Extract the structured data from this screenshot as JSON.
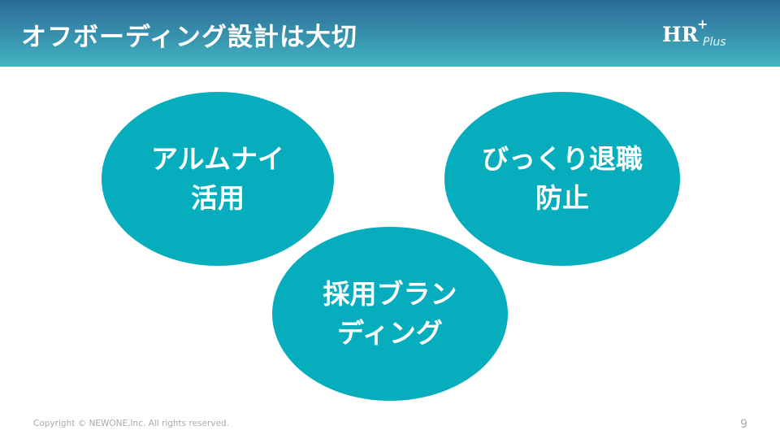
{
  "header": {
    "title": "オフボーディング設計は大切",
    "logo": {
      "main": "HR",
      "plus": "+",
      "sub": "Plus"
    }
  },
  "ellipses": [
    {
      "label": "アルムナイ\n活用"
    },
    {
      "label": "びっくり退職\n防止"
    },
    {
      "label": "採用ブラン\nディング"
    }
  ],
  "footer": {
    "copyright": "Copyright © NEWONE,Inc. All rights reserved.",
    "page_number": "9"
  },
  "colors": {
    "accent": "#05adbd",
    "header_top": "#2c6a96",
    "header_bottom": "#42b4c1"
  }
}
